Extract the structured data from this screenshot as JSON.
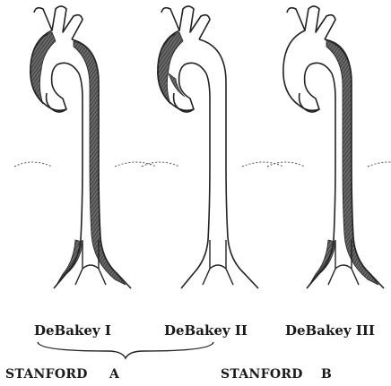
{
  "panels": [
    {
      "label": "DeBakey I"
    },
    {
      "label": "DeBakey II"
    },
    {
      "label": "DeBakey III"
    }
  ],
  "stanford": {
    "a_label": "STANFORD",
    "a_letter": "A",
    "b_label": "STANFORD",
    "b_letter": "B"
  },
  "colors": {
    "outline": "#222222",
    "dissection": "#4a4a4a",
    "background": "#ffffff"
  }
}
